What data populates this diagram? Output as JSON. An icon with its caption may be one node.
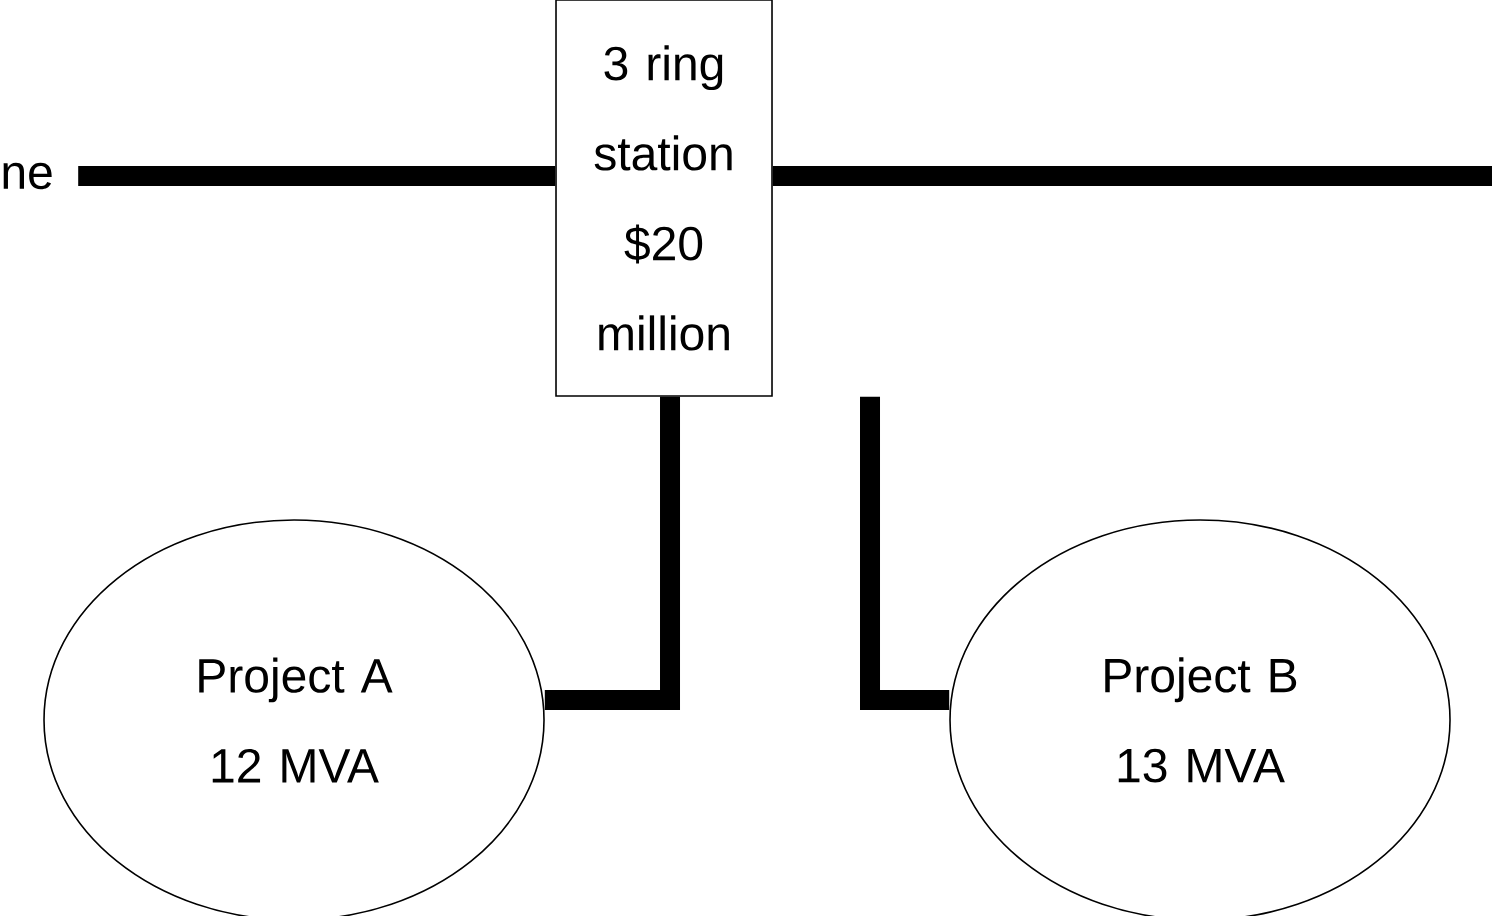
{
  "diagram": {
    "nodes": [
      {
        "text": [
          "ne"
        ]
      },
      {
        "text": [
          "3 ring station $20 million"
        ]
      },
      {
        "text": [
          "Project A 12 MVA"
        ]
      },
      {
        "text": [
          "Project B 13 MVA"
        ]
      }
    ],
    "edges": [
      {
        "from": 0,
        "to": 1,
        "arrow": "none"
      },
      {
        "from": 1,
        "to": null,
        "arrow": "none"
      },
      {
        "from": 1,
        "to": 2,
        "arrow": "none"
      },
      {
        "from": 1,
        "to": 3,
        "arrow": "none"
      }
    ]
  }
}
